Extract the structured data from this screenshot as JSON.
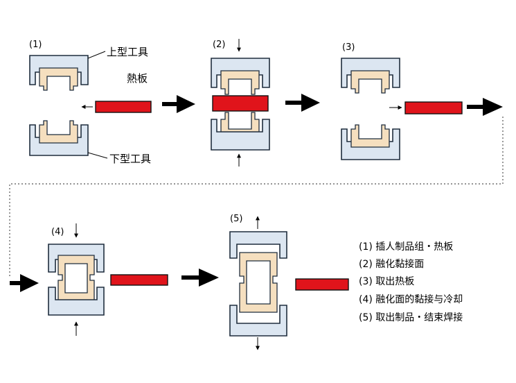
{
  "steps": [
    {
      "label": "(1)"
    },
    {
      "label": "(2)"
    },
    {
      "label": "(3)"
    },
    {
      "label": "(4)"
    },
    {
      "label": "(5)"
    }
  ],
  "callouts": {
    "upper_tool": "上型工具",
    "hot_plate": "熱板",
    "lower_tool": "下型工具"
  },
  "legend": [
    "(1) 插人制品组・热板",
    "(2) 融化黏接面",
    "(3) 取出热板",
    "(4) 融化面的黏接与冷却",
    "(5) 取出制品・结束焊接"
  ],
  "colors": {
    "tool_fill": "#dce6f1",
    "part_fill": "#f5dfbf",
    "hot_plate": "#e0141b",
    "outline": "#1f2d3d"
  }
}
